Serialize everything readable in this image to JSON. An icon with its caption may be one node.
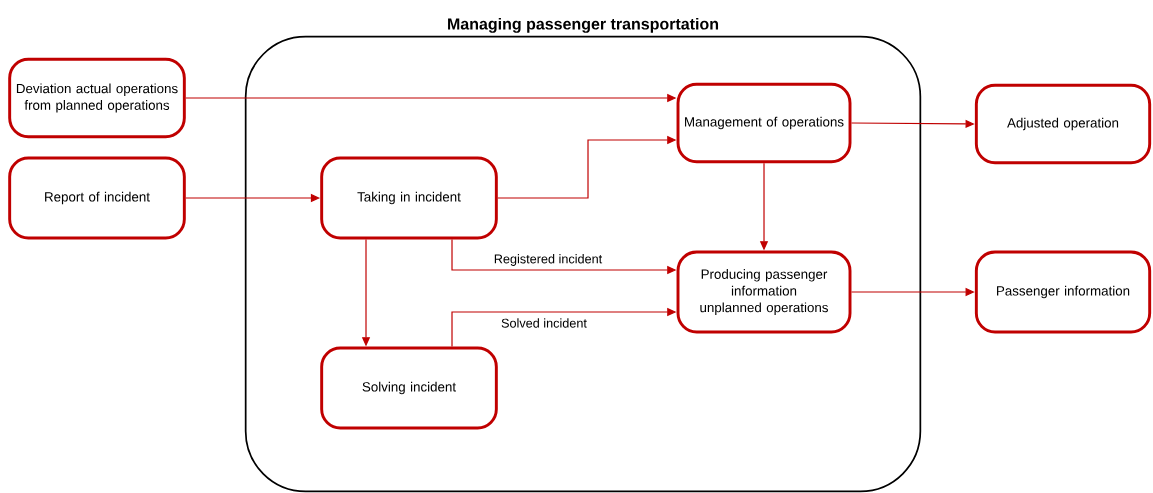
{
  "diagram": {
    "nodes": [
      {
        "text": [
          "Managing passenger transportation"
        ]
      },
      {
        "text": [
          "Deviation actual operations from planned operations"
        ]
      },
      {
        "text": [
          "Report of incident"
        ]
      },
      {
        "text": [
          "Taking in incident"
        ],
        "in": 0
      },
      {
        "text": [
          "Management of operations"
        ],
        "in": 0
      },
      {
        "text": [
          "Producing passenger information unplanned operations"
        ],
        "in": 0
      },
      {
        "text": [
          "Solving incident"
        ],
        "in": 0
      },
      {
        "text": [
          "Adjusted operation"
        ]
      },
      {
        "text": [
          "Passenger information"
        ]
      }
    ],
    "edges": [
      {
        "from": 1,
        "to": 4,
        "arrow": "to"
      },
      {
        "from": 2,
        "to": 3,
        "arrow": "to"
      },
      {
        "from": 3,
        "to": 4,
        "arrow": "to"
      },
      {
        "from": 4,
        "to": 7,
        "arrow": "to"
      },
      {
        "from": 4,
        "to": 5,
        "arrow": "to"
      },
      {
        "from": 3,
        "to": 5,
        "arrow": "to",
        "label": "Registered incident"
      },
      {
        "from": 3,
        "to": 6,
        "arrow": "to"
      },
      {
        "from": 6,
        "to": 5,
        "arrow": "to",
        "label": "Solved incident"
      },
      {
        "from": 5,
        "to": 8,
        "arrow": "to"
      }
    ]
  }
}
